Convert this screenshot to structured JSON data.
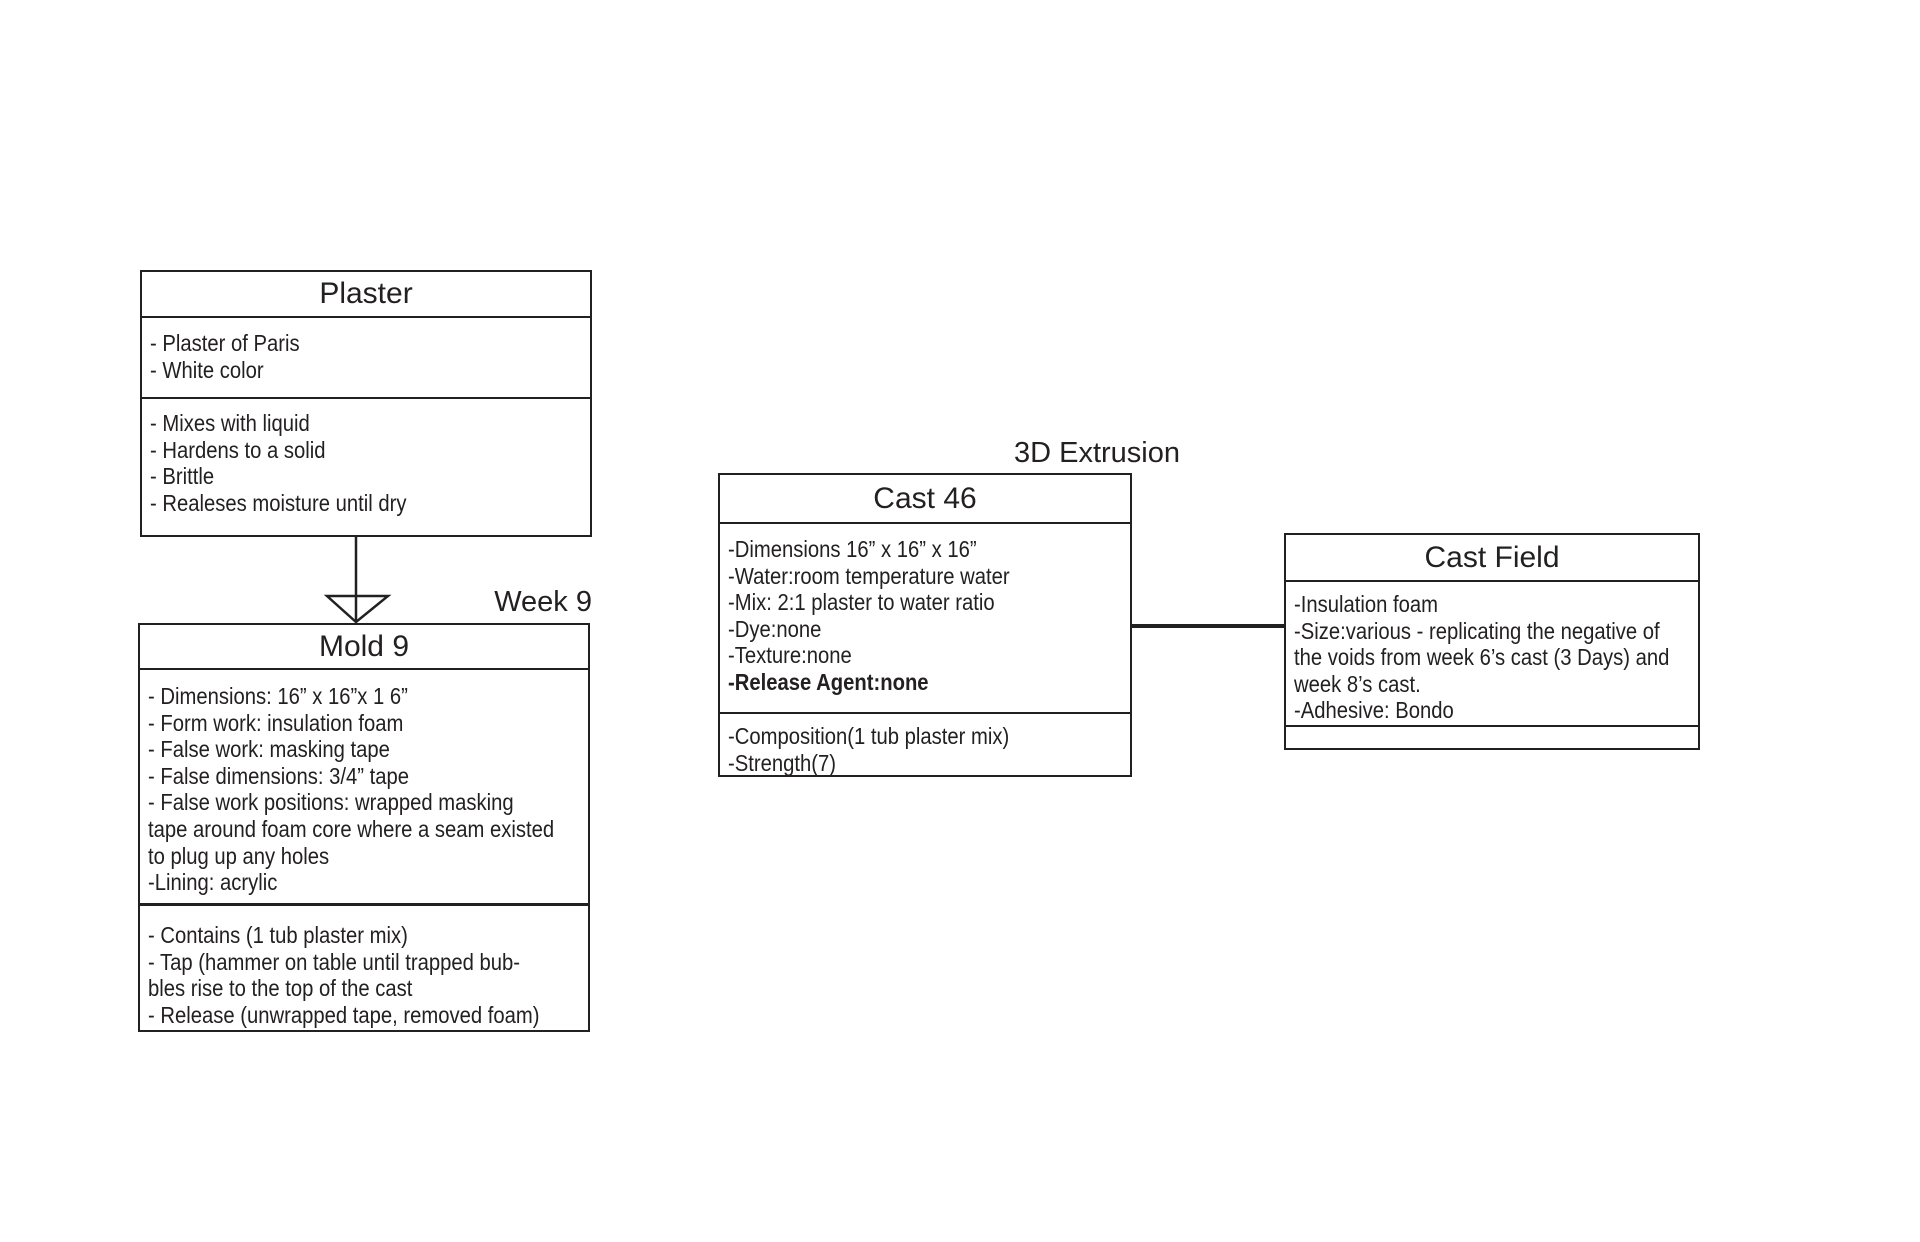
{
  "diagram": {
    "background": "#ffffff",
    "ink": "#232022",
    "annotations": {
      "week9": "Week 9",
      "extrusion": "3D Extrusion"
    },
    "boxes": {
      "plaster": {
        "title": "Plaster",
        "attributes": [
          {
            "text": "- Plaster of Paris"
          },
          {
            "text": "- White color"
          }
        ],
        "operations": [
          {
            "text": "- Mixes with liquid"
          },
          {
            "text": "- Hardens to a solid"
          },
          {
            "text": "- Brittle"
          },
          {
            "text": "- Realeses moisture until dry"
          }
        ]
      },
      "mold9": {
        "title": "Mold 9",
        "attributes": [
          {
            "text": "- Dimensions: 16” x 16”x 1 6”"
          },
          {
            "text": "- Form work: insulation foam"
          },
          {
            "text": "- False work: masking tape"
          },
          {
            "text": "- False dimensions: 3/4” tape"
          },
          {
            "text": "- False work positions: wrapped masking"
          },
          {
            "text": "tape around foam core where a seam existed"
          },
          {
            "text": "to plug up any holes"
          },
          {
            "text": "-Lining: acrylic"
          }
        ],
        "operations": [
          {
            "text": "- Contains (1 tub plaster mix)"
          },
          {
            "text": "- Tap (hammer on table until trapped bub-"
          },
          {
            "text": "bles rise to the top of the cast"
          },
          {
            "text": "- Release (unwrapped tape, removed foam)"
          }
        ]
      },
      "cast46": {
        "title": "Cast 46",
        "attributes": [
          {
            "text": "-Dimensions 16” x 16” x 16”"
          },
          {
            "text": "-Water:room temperature water"
          },
          {
            "text": "-Mix: 2:1 plaster to water ratio"
          },
          {
            "text": "-Dye:none"
          },
          {
            "text": "-Texture:none"
          },
          {
            "text": "-Release Agent:none",
            "bold": true
          }
        ],
        "operations": [
          {
            "text": "-Composition(1 tub plaster mix)"
          },
          {
            "text": "-Strength(7)"
          }
        ]
      },
      "cast_field": {
        "title": "Cast Field",
        "attributes": [
          {
            "text": "-Insulation foam"
          },
          {
            "text": "-Size:various - replicating the negative of"
          },
          {
            "text": "the voids from week 6’s cast (3 Days) and"
          },
          {
            "text": "week 8’s cast."
          },
          {
            "text": "-Adhesive: Bondo"
          }
        ],
        "operations": []
      }
    }
  }
}
